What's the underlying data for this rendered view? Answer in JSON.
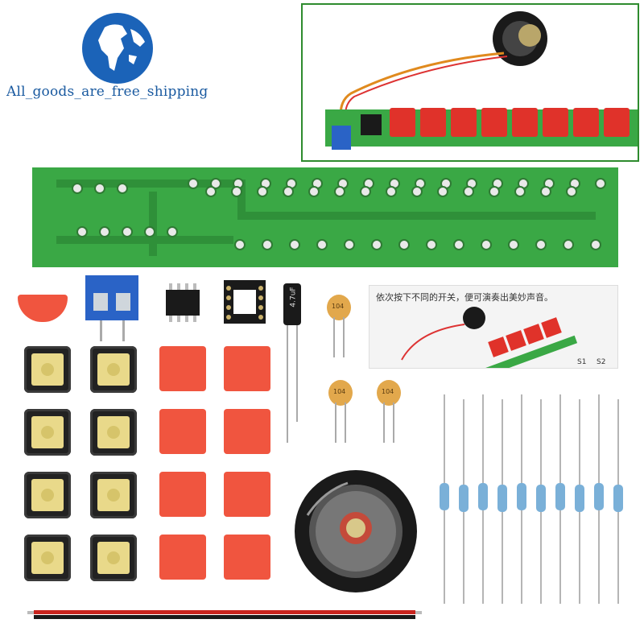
{
  "logo": {
    "text": "All_goods_are_free_shipping",
    "icon": "globe-icon",
    "color": "#1a5aa0"
  },
  "manual": {
    "caption": "依次按下不同的开关，便可演奏出美妙声音。",
    "labels": [
      "S1",
      "S2"
    ]
  },
  "capacitor": {
    "label": "4.7uF"
  },
  "ceramic_caps": {
    "label": "104"
  },
  "colors": {
    "pcb_green": "#3aa845",
    "key_red": "#f0553f",
    "terminal_blue": "#2a63c6",
    "inset_border": "#2e8b2e"
  }
}
